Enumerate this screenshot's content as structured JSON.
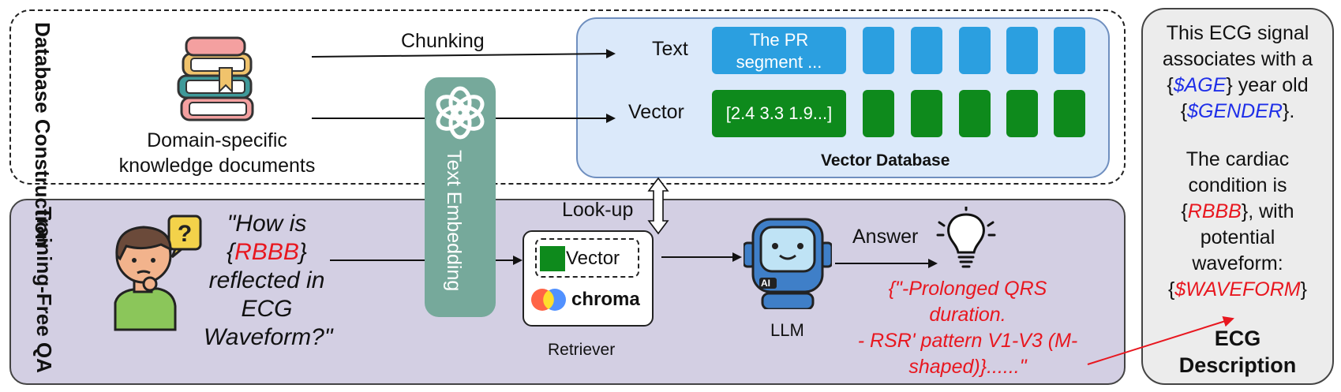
{
  "sections": {
    "database": "Database Construction",
    "qa": "Training-Free QA"
  },
  "documents": {
    "label_line1": "Domain-specific",
    "label_line2": "knowledge documents"
  },
  "arrows": {
    "chunking": "Chunking",
    "lookup": "Look-up",
    "answer": "Answer"
  },
  "embedding": {
    "label": "Text Embedding"
  },
  "vector_db": {
    "title": "Vector Database",
    "text_row_label": "Text",
    "text_sample_line1": "The PR",
    "text_sample_line2": "segment ...",
    "vector_row_label": "Vector",
    "vector_sample": "[2.4 3.3 1.9...]"
  },
  "question": {
    "line1": "\"How is",
    "line2_open": "{",
    "line2_var": "RBBB",
    "line2_close": "}",
    "line3": "reflected in",
    "line4": "ECG",
    "line5": "Waveform?\""
  },
  "retriever": {
    "vector_label": "Vector",
    "chroma_label": "chroma",
    "caption": "Retriever"
  },
  "llm": {
    "caption": "LLM",
    "badge": "AI"
  },
  "answer_text": {
    "line1": "{\"-Prolonged QRS",
    "line2": "duration.",
    "line3": "- RSR' pattern V1-V3 (M-",
    "line4": "shaped)}......\""
  },
  "ecg": {
    "l1": "This ECG signal",
    "l2": "associates with a",
    "l3_open": "{",
    "l3_var": "$AGE",
    "l3_rest": "} year old",
    "l4_open": "{",
    "l4_var": "$GENDER",
    "l4_close": "}.",
    "l5": "The cardiac",
    "l6": "condition is",
    "l7_open": "{",
    "l7_var": "RBBB",
    "l7_rest": "}, with",
    "l8": "potential",
    "l9": "waveform:",
    "l10_open": "{",
    "l10_var": "$WAVEFORM",
    "l10_close": "}",
    "title_line1": "ECG",
    "title_line2": "Description"
  },
  "colors": {
    "embedding": "#76a99b",
    "vector_blue": "#2b9fe0",
    "vector_green": "#0e8a1c",
    "qa_bg": "#d3cfe3",
    "db_bg": "#dbe9fa"
  }
}
